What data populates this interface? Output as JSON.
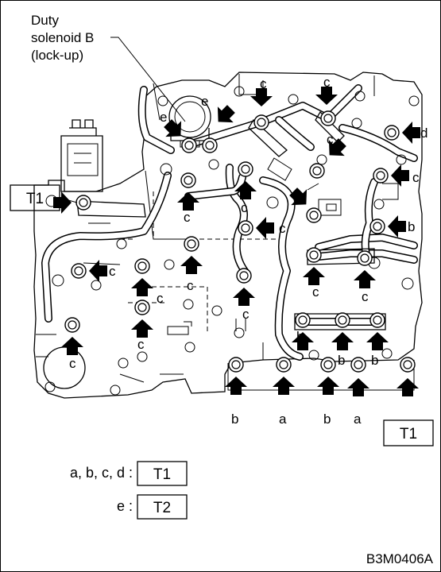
{
  "callout": {
    "line1": "Duty",
    "line2": "solenoid B",
    "line3": "(lock-up)"
  },
  "boxes": {
    "t1_left": "T1",
    "t1_right": "T1"
  },
  "bolt_labels": {
    "c": "c",
    "e": "e",
    "d": "d",
    "b": "b",
    "a": "a"
  },
  "legend": {
    "row1_keys": "a, b, c, d :",
    "row1_value": "T1",
    "row2_keys": "e :",
    "row2_value": "T2"
  },
  "figure_code": "B3M0406A"
}
